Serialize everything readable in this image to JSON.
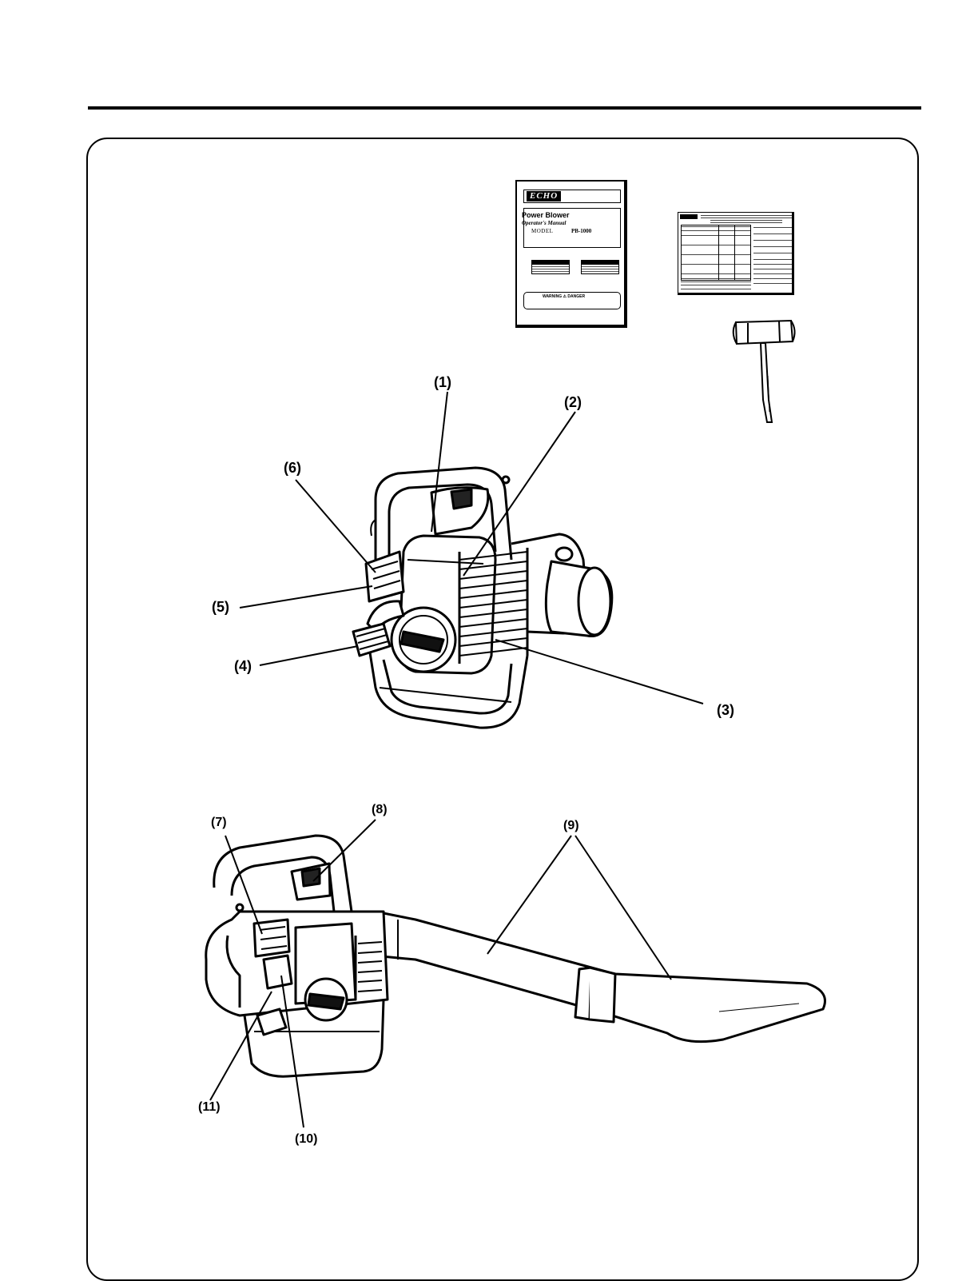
{
  "callouts": {
    "c1": "(1)",
    "c2": "(2)",
    "c3": "(3)",
    "c4": "(4)",
    "c5": "(5)",
    "c6": "(6)",
    "c7": "(7)",
    "c8": "(8)",
    "c9": "(9)",
    "c10": "(10)",
    "c11": "(11)"
  },
  "manual": {
    "logo": "ECHO",
    "title": "Power Blower",
    "subtitle": "Operator's Manual",
    "model_label": "MODEL",
    "model_value": "PB-1000",
    "warning_text": "WARNING ⚠ DANGER"
  },
  "icons": {
    "manual": "operators-manual-icon",
    "card": "warranty-card-icon",
    "wrench": "spark-plug-wrench-icon",
    "blower_front": "blower-front-view-icon",
    "blower_pipe": "blower-with-pipe-icon"
  }
}
